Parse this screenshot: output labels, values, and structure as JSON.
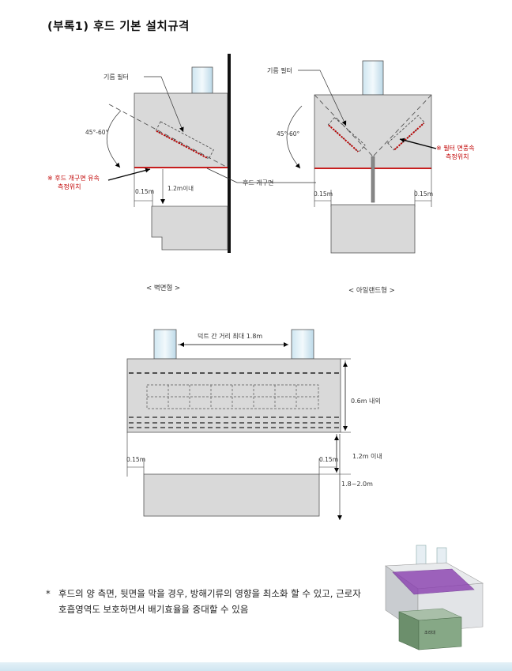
{
  "title": "(부록1) 후드 기본 설치규격",
  "wall_diagram": {
    "filter_label": "기름 필터",
    "angle_label": "45°-60°",
    "measure_note_line1": "※ 후드 개구면 유속",
    "measure_note_line2": "측정위치",
    "opening_label": "후드 개구면",
    "margin_label": "0.15m",
    "height_label": "1.2m이내",
    "caption": "< 벽면형 >"
  },
  "island_diagram": {
    "filter_label": "기름 필터",
    "angle_label": "45°-60°",
    "filter_note_line1": "※ 필터 면풍속",
    "filter_note_line2": "측정위치",
    "margin_left_label": "0.15m",
    "margin_right_label": "0.15m",
    "caption": "< 아일랜드형 >"
  },
  "front_diagram": {
    "duct_distance_label": "덕트 간 거리 최대 1.8m",
    "hood_height_label": "0.6m 내외",
    "gap_label": "1.2m 이내",
    "table_height_label": "1.8~2.0m",
    "margin_left_label": "0.15m",
    "margin_right_label": "0.15m"
  },
  "illustration": {
    "table_label": "조리대"
  },
  "note": {
    "mark": "*",
    "text": "후드의 양 측면, 뒷면을 막을 경우, 방해기류의 영향을 최소화 할 수 있고, 근로자 호흡영역도 보호하면서 배기효율을 증대할 수 있음"
  },
  "colors": {
    "hood_fill": "#d9d9d9",
    "duct_fill": "#e3f1f7",
    "measure_red": "#c00000",
    "filter_purple": "#8a3fb0"
  }
}
